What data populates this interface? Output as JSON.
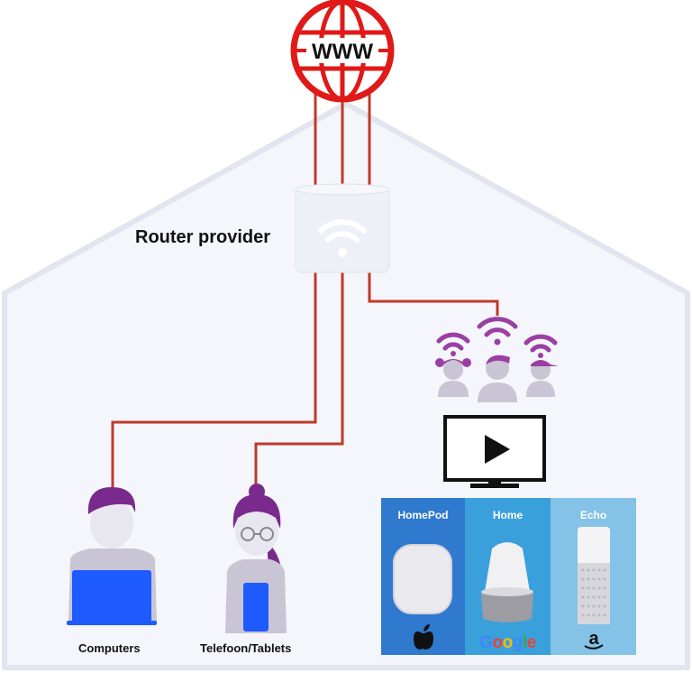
{
  "globe": {
    "label": "WWW"
  },
  "router": {
    "label": "Router provider"
  },
  "devices": {
    "computers_label": "Computers",
    "tablets_label": "Telefoon/Tablets"
  },
  "smart_speakers": [
    {
      "name": "HomePod",
      "brand": "apple-logo"
    },
    {
      "name": "Home",
      "brand": "Google"
    },
    {
      "name": "Echo",
      "brand": "amazon-logo"
    }
  ],
  "colors": {
    "cable": "#c0392b",
    "globe": "#e01919",
    "house_outline": "#e4e6f0",
    "accent_purple": "#9b3fa3",
    "device_blue": "#1e5bff"
  }
}
